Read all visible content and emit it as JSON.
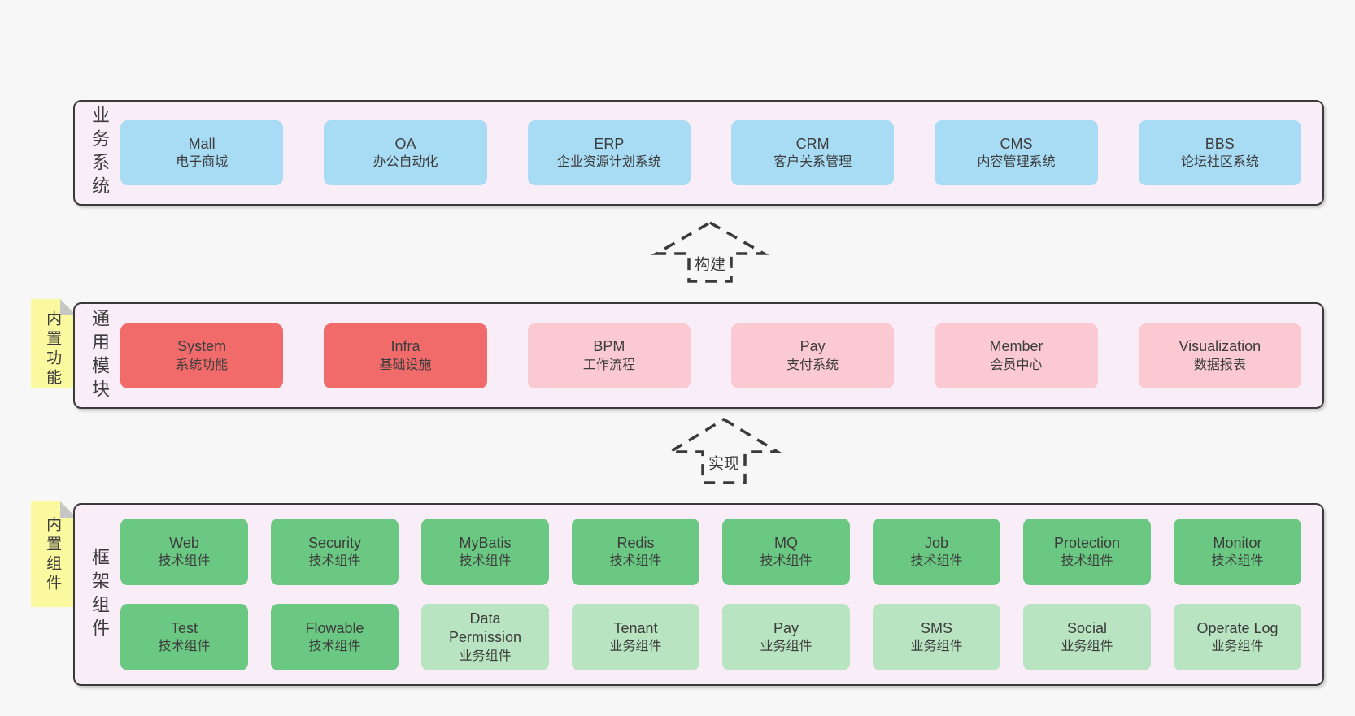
{
  "diagram": {
    "bands": [
      {
        "label": "业务系统",
        "boxes": [
          {
            "title": "Mall",
            "subtitle": "电子商城"
          },
          {
            "title": "OA",
            "subtitle": "办公自动化"
          },
          {
            "title": "ERP",
            "subtitle": "企业资源计划系统"
          },
          {
            "title": "CRM",
            "subtitle": "客户关系管理"
          },
          {
            "title": "CMS",
            "subtitle": "内容管理系统"
          },
          {
            "title": "BBS",
            "subtitle": "论坛社区系统"
          }
        ]
      },
      {
        "label": "通用模块",
        "tab": "内置功能",
        "boxes": [
          {
            "title": "System",
            "subtitle": "系统功能"
          },
          {
            "title": "Infra",
            "subtitle": "基础设施"
          },
          {
            "title": "BPM",
            "subtitle": "工作流程"
          },
          {
            "title": "Pay",
            "subtitle": "支付系统"
          },
          {
            "title": "Member",
            "subtitle": "会员中心"
          },
          {
            "title": "Visualization",
            "subtitle": "数据报表"
          }
        ]
      },
      {
        "label": "框架组件",
        "tab": "内置组件",
        "rows": [
          [
            {
              "title": "Web",
              "subtitle": "技术组件"
            },
            {
              "title": "Security",
              "subtitle": "技术组件"
            },
            {
              "title": "MyBatis",
              "subtitle": "技术组件"
            },
            {
              "title": "Redis",
              "subtitle": "技术组件"
            },
            {
              "title": "MQ",
              "subtitle": "技术组件"
            },
            {
              "title": "Job",
              "subtitle": "技术组件"
            },
            {
              "title": "Protection",
              "subtitle": "技术组件"
            },
            {
              "title": "Monitor",
              "subtitle": "技术组件"
            }
          ],
          [
            {
              "title": "Test",
              "subtitle": "技术组件"
            },
            {
              "title": "Flowable",
              "subtitle": "技术组件"
            },
            {
              "title": "Data Permission",
              "subtitle": "业务组件"
            },
            {
              "title": "Tenant",
              "subtitle": "业务组件"
            },
            {
              "title": "Pay",
              "subtitle": "业务组件"
            },
            {
              "title": "SMS",
              "subtitle": "业务组件"
            },
            {
              "title": "Social",
              "subtitle": "业务组件"
            },
            {
              "title": "Operate Log",
              "subtitle": "业务组件"
            }
          ]
        ]
      }
    ],
    "arrows": [
      {
        "label": "构建"
      },
      {
        "label": "实现"
      }
    ],
    "colors": {
      "page_bg": "#f7f7f7",
      "band_bg": "#f9edf7",
      "band_border": "#3a3a3a",
      "blue": "#a8dcf4",
      "red": "#f16b6b",
      "pink": "#fac9d2",
      "green": "#6bc883",
      "light_green": "#b8e4c1",
      "yellow_tab": "#fbf9a0",
      "fold_gray": "#c6c6c6",
      "text": "#3c3c3c"
    }
  }
}
